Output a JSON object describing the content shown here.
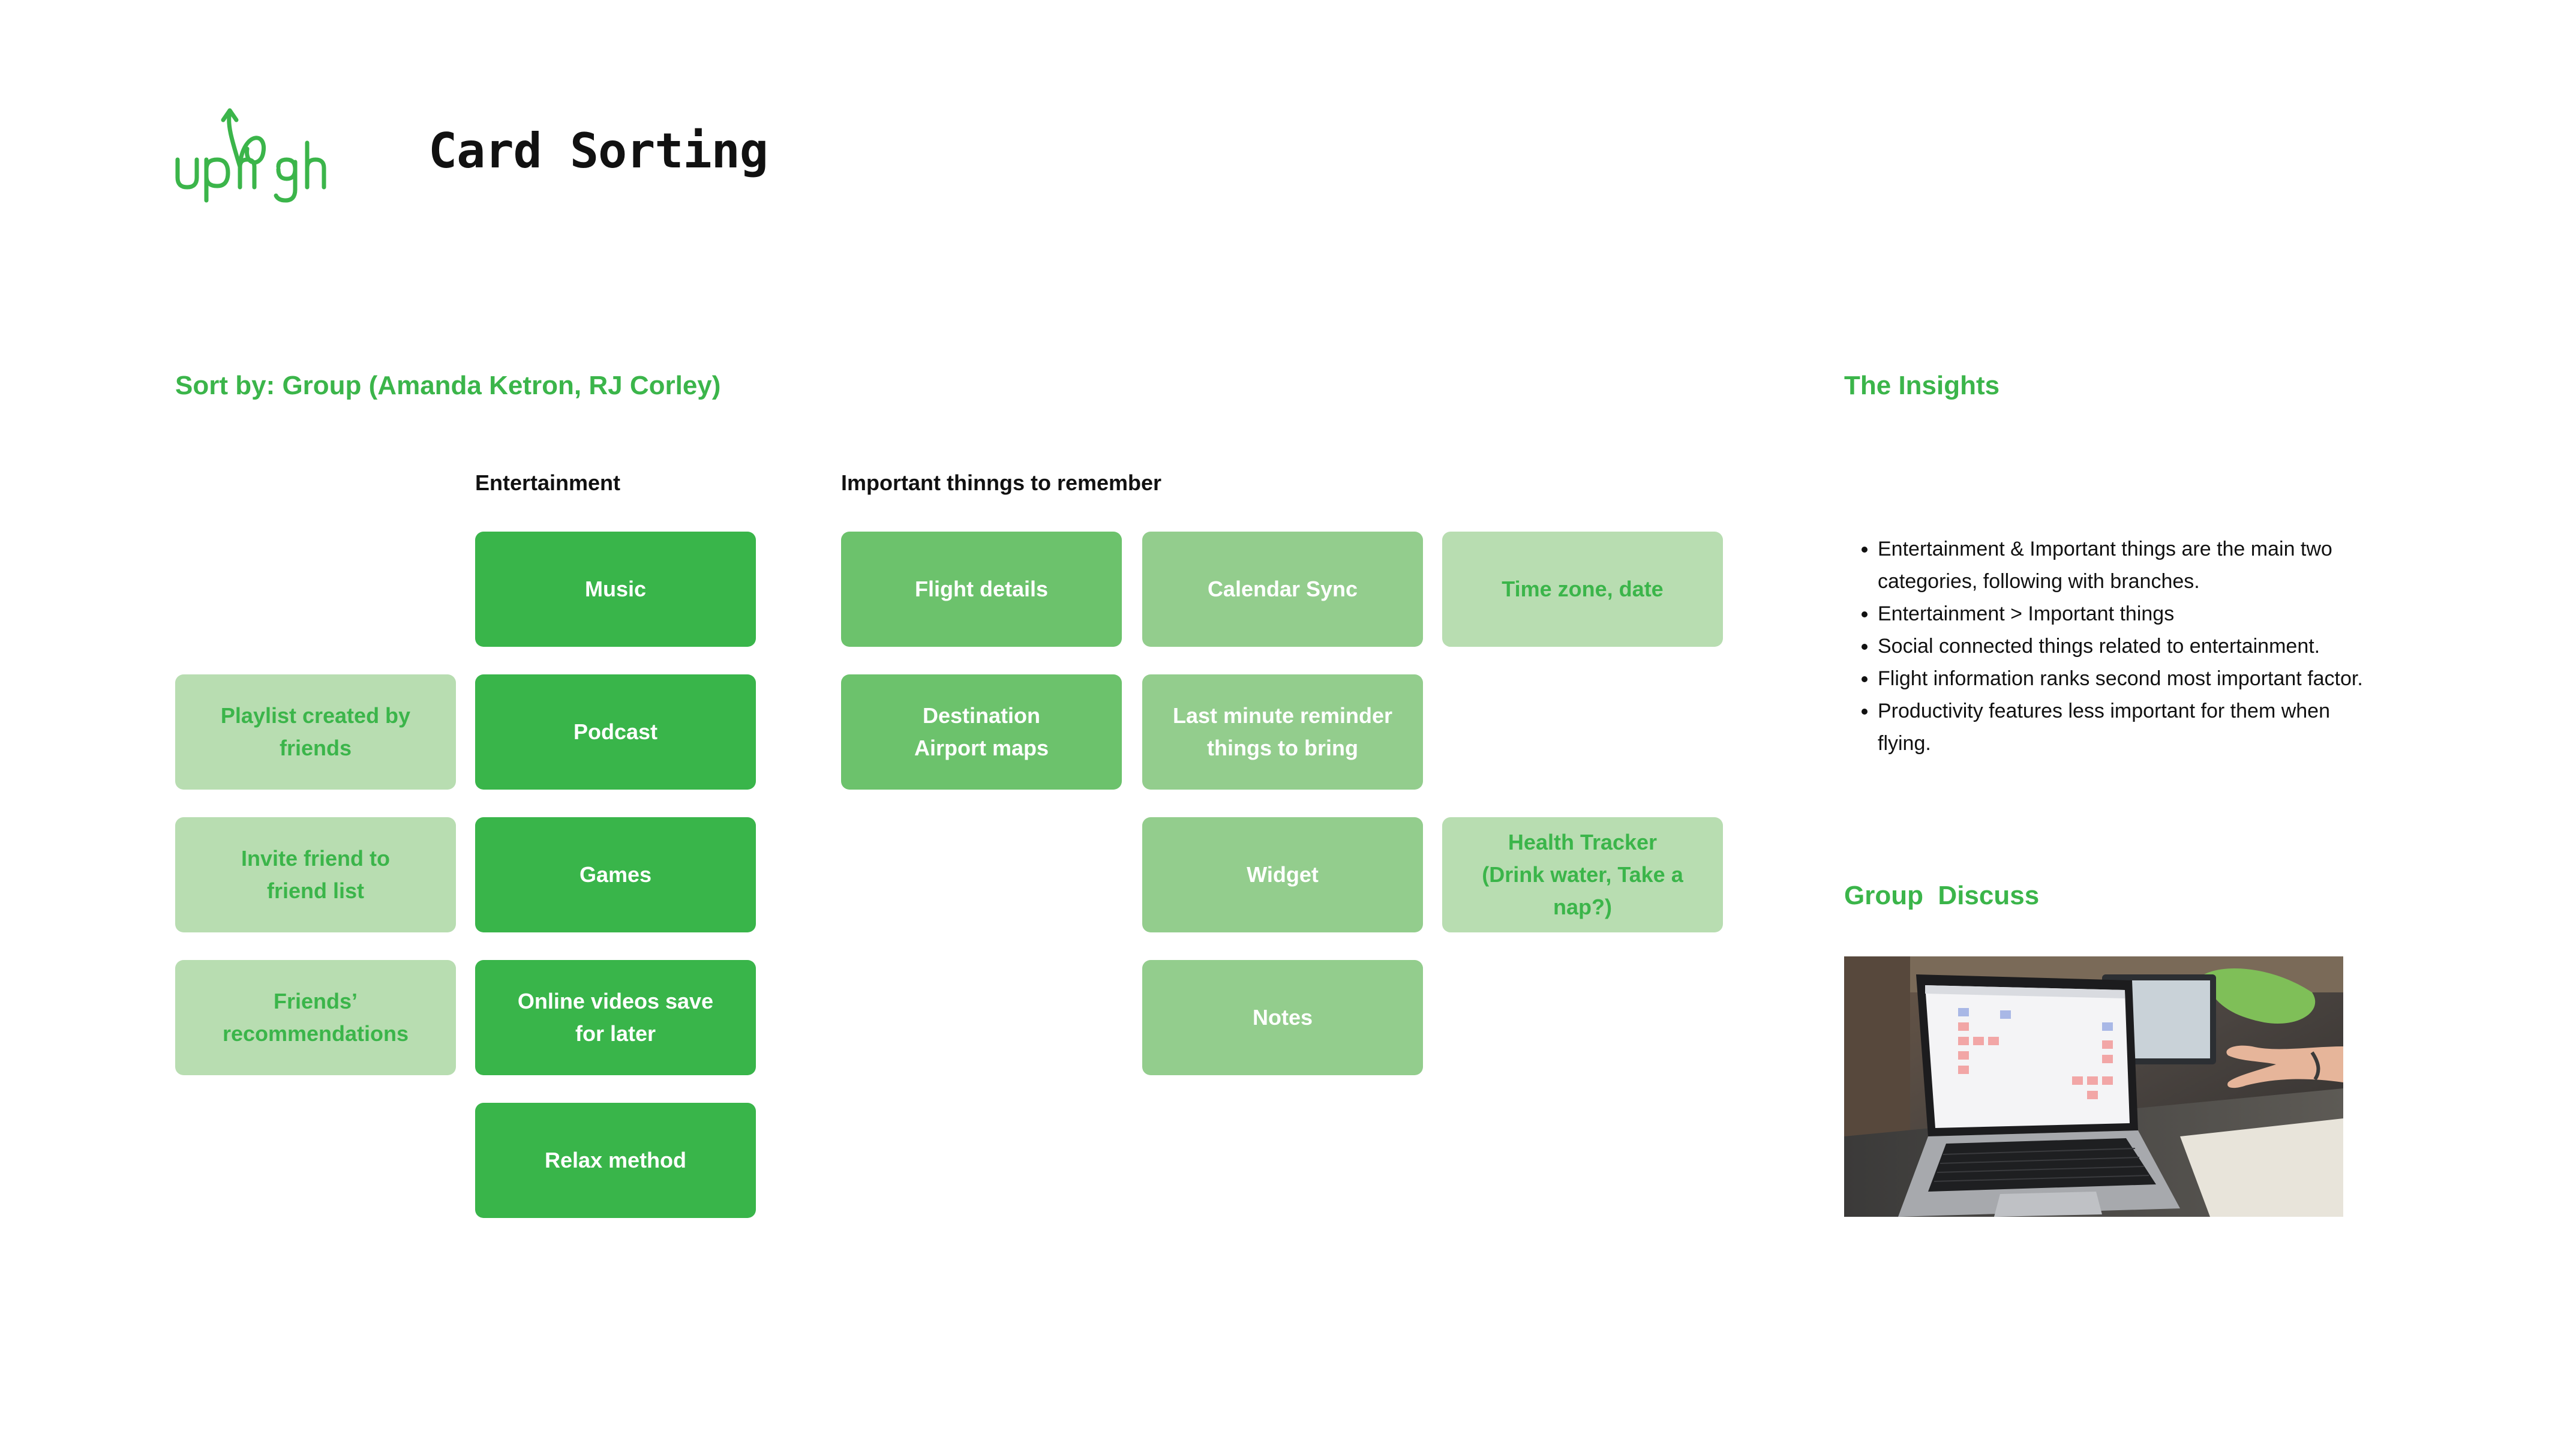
{
  "header": {
    "logo_text": "uphigh",
    "title": "Card Sorting"
  },
  "colors": {
    "brand_green": "#3bb54a",
    "card_tone_1": "#39b54a",
    "card_tone_2": "#6cc26c",
    "card_tone_3": "#93cd8d",
    "card_tone_4": "#b8ddb1"
  },
  "sort": {
    "heading": "Sort by: Group (Amanda Ketron, RJ Corley)"
  },
  "columns": {
    "entertainment_heading": "Entertainment",
    "important_heading": "Important thinngs to remember"
  },
  "cards": {
    "music": "Music",
    "podcast": "Podcast",
    "games": "Games",
    "online_videos": "Online videos save\nfor later",
    "relax_method": "Relax method",
    "playlist_friends": "Playlist created by\nfriends",
    "invite_friend": "Invite friend to\nfriend list",
    "friends_recommendations": "Friends’\nrecommendations",
    "flight_details": "Flight details",
    "destination_maps": "Destination\nAirport maps",
    "calendar_sync": "Calendar Sync",
    "last_minute_reminder": "Last minute reminder\nthings to bring",
    "widget": "Widget",
    "notes": "Notes",
    "time_zone": "Time zone, date",
    "health_tracker": "Health Tracker\n(Drink water, Take a nap?)"
  },
  "insights": {
    "heading": "The Insights",
    "items": [
      "Entertainment & Important things are the main two categories, following with branches.",
      "Entertainment > Important things",
      "Social connected things related to entertainment.",
      "Flight information ranks second most important factor.",
      "Productivity features less important for them when flying."
    ]
  },
  "discuss": {
    "heading": "Group  Discuss",
    "photo_icon": "laptop-photo-icon"
  }
}
